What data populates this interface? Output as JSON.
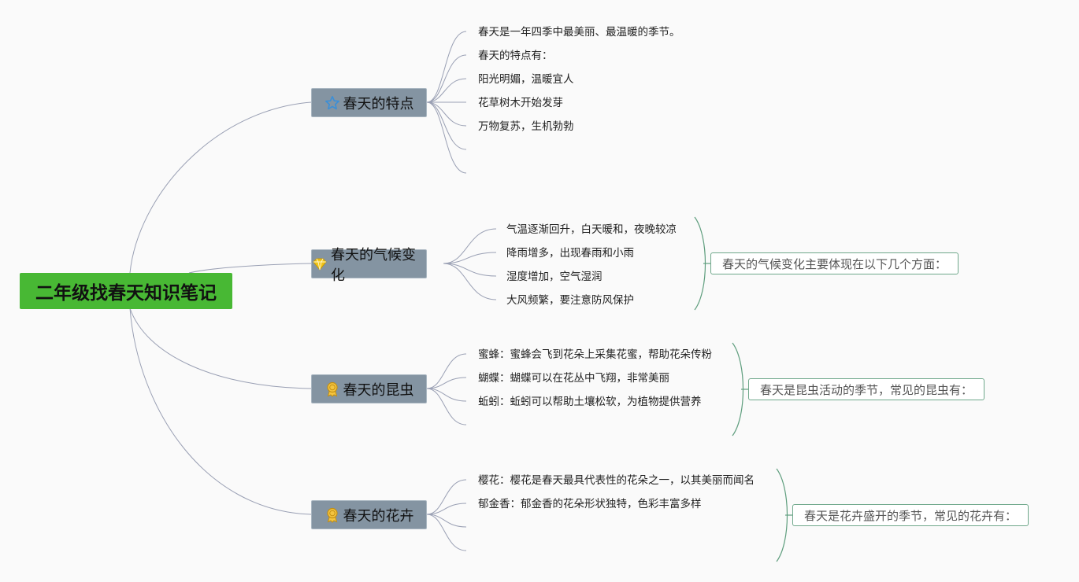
{
  "root": {
    "label": "二年级找春天知识笔记"
  },
  "topics": [
    {
      "label": "春天的特点",
      "icon": "star-icon",
      "leaves": [
        "春天是一年四季中最美丽、最温暖的季节。",
        "春天的特点有：",
        "阳光明媚，温暖宜人",
        "花草树木开始发芽",
        "万物复苏，生机勃勃",
        "",
        ""
      ],
      "summary": ""
    },
    {
      "label": "春天的气候变化",
      "icon": "diamond-icon",
      "leaves": [
        "气温逐渐回升，白天暖和，夜晚较凉",
        "降雨增多，出现春雨和小雨",
        "湿度增加，空气湿润",
        "大风频繁，要注意防风保护"
      ],
      "summary": "春天的气候变化主要体现在以下几个方面："
    },
    {
      "label": "春天的昆虫",
      "icon": "award-ribbon-icon",
      "leaves": [
        "蜜蜂：蜜蜂会飞到花朵上采集花蜜，帮助花朵传粉",
        "蝴蝶：蝴蝶可以在花丛中飞翔，非常美丽",
        "蚯蚓：蚯蚓可以帮助土壤松软，为植物提供营养",
        ""
      ],
      "summary": "春天是昆虫活动的季节，常见的昆虫有："
    },
    {
      "label": "春天的花卉",
      "icon": "award-ribbon-icon",
      "leaves": [
        "樱花：樱花是春天最具代表性的花朵之一，以其美丽而闻名",
        "郁金香：郁金香的花朵形状独特，色彩丰富多样",
        "",
        ""
      ],
      "summary": "春天是花卉盛开的季节，常见的花卉有："
    }
  ],
  "colors": {
    "root_bg": "#48b834",
    "topic_bg": "#8494a2",
    "connector": "#9aa0b4",
    "bracket": "#5f9e7e",
    "star": "#3b8fd8",
    "diamond": "#f0c419",
    "award": "#e8b02a"
  }
}
